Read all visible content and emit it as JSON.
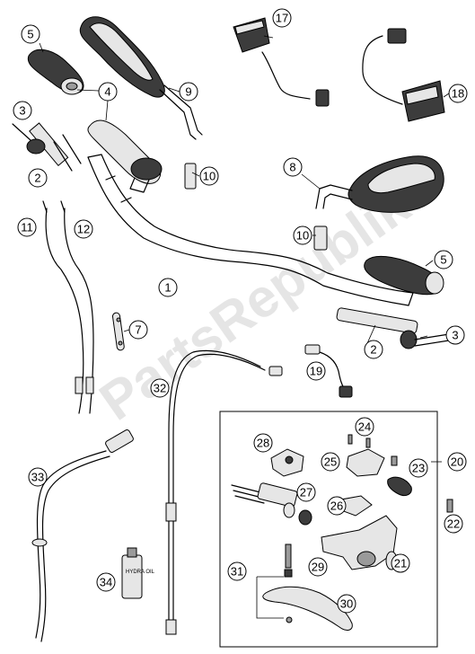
{
  "watermark": "PartsRepublik",
  "oil_bottle_label": "HYDRA OIL",
  "callouts": {
    "c1": "1",
    "c2a": "2",
    "c2b": "2",
    "c3a": "3",
    "c3b": "3",
    "c4": "4",
    "c5a": "5",
    "c5b": "5",
    "c7": "7",
    "c8": "8",
    "c9": "9",
    "c10a": "10",
    "c10b": "10",
    "c11": "11",
    "c12": "12",
    "c17": "17",
    "c18": "18",
    "c19": "19",
    "c20": "20",
    "c21": "21",
    "c22": "22",
    "c23": "23",
    "c24": "24",
    "c25": "25",
    "c26": "26",
    "c27": "27",
    "c28": "28",
    "c29": "29",
    "c30": "30",
    "c31": "31",
    "c32": "32",
    "c33": "33",
    "c34": "34"
  }
}
